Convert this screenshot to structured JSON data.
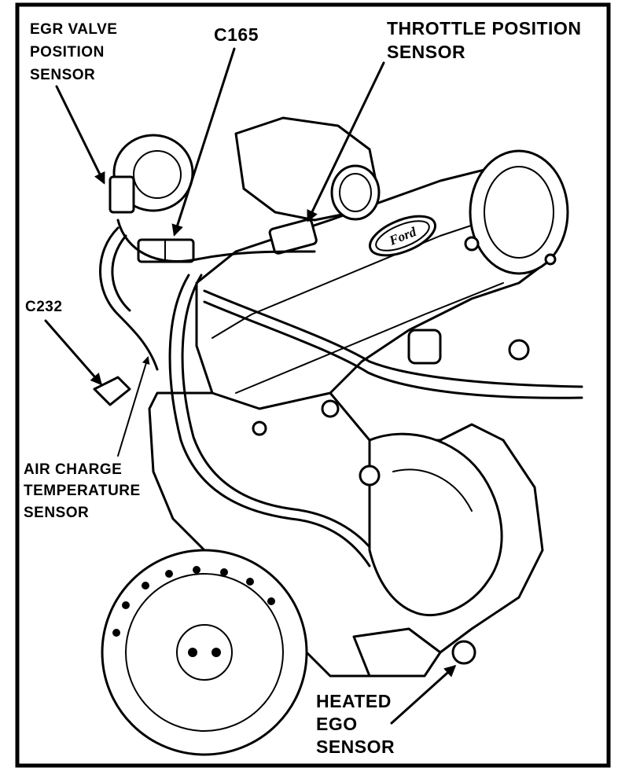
{
  "labels": {
    "egr_valve_position_sensor": [
      "EGR VALVE",
      "POSITION",
      "SENSOR"
    ],
    "c165": "C165",
    "throttle_position_sensor": [
      "THROTTLE POSITION",
      "SENSOR"
    ],
    "c232": "C232",
    "air_charge_temperature_sensor": [
      "AIR CHARGE",
      "TEMPERATURE",
      "SENSOR"
    ],
    "heated_ego_sensor": [
      "HEATED",
      "EGO",
      "SENSOR"
    ]
  },
  "logo": "Ford",
  "colors": {
    "ink": "#000000",
    "paper": "#ffffff"
  }
}
